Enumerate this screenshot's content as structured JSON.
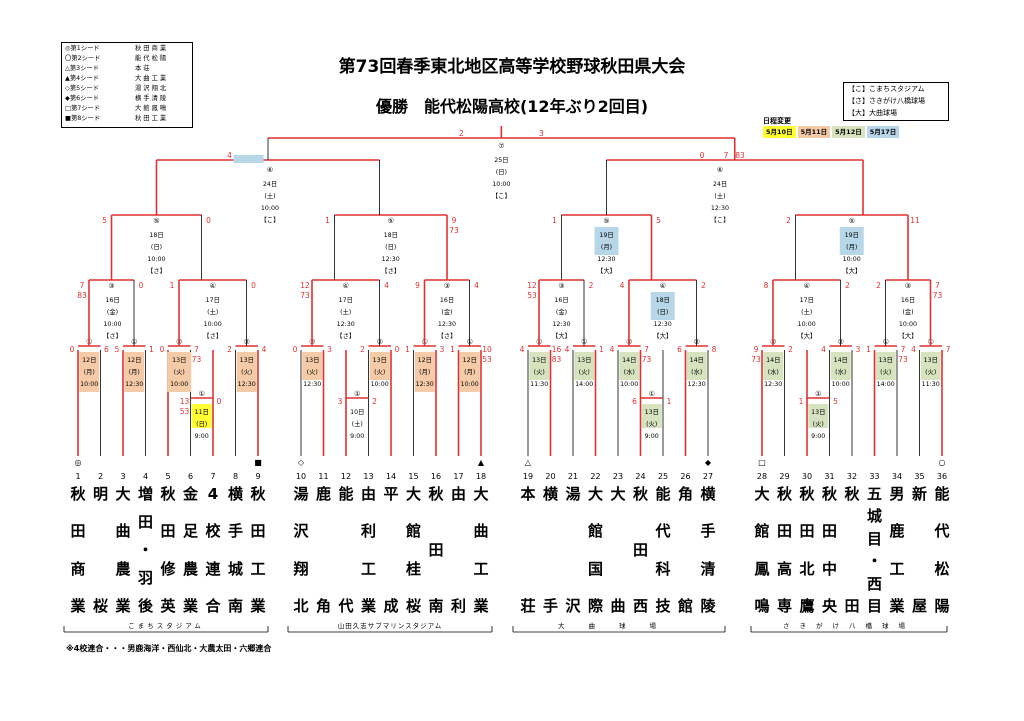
{
  "title": "第73回春季東北地区高等学校野球秋田県大会",
  "champion": "優勝　能代松陽高校(12年ぶり2回目)",
  "seeds": [
    {
      "label": "◎第1シード",
      "team": "秋田商業"
    },
    {
      "label": "〇第2シード",
      "team": "能代松陽"
    },
    {
      "label": "△第3シード",
      "team": "本荘"
    },
    {
      "label": "▲第4シード",
      "team": "大曲工業"
    },
    {
      "label": "◇第5シード",
      "team": "湯沢翔北"
    },
    {
      "label": "◆第6シード",
      "team": "横手清陵"
    },
    {
      "label": "□第7シード",
      "team": "大館鳳鳴"
    },
    {
      "label": "■第8シード",
      "team": "秋田工業"
    }
  ],
  "venues": [
    "【こ】こまちスタジアム",
    "【さ】さきがけ八橋球場",
    "【大】大曲球場"
  ],
  "schedule_change": {
    "label": "日程変更",
    "dates": [
      {
        "text": "5月10日",
        "color": "#ffff33"
      },
      {
        "text": "5月11日",
        "color": "#f5cba7"
      },
      {
        "text": "5月12日",
        "color": "#d7e3bf"
      },
      {
        "text": "5月17日",
        "color": "#b7d7e8"
      }
    ]
  },
  "teams": [
    {
      "no": "1",
      "mark": "◎",
      "name": "秋田商業"
    },
    {
      "no": "2",
      "mark": "",
      "name": "明桜"
    },
    {
      "no": "3",
      "mark": "",
      "name": "大曲農業"
    },
    {
      "no": "4",
      "mark": "",
      "name": "増田・羽後"
    },
    {
      "no": "5",
      "mark": "",
      "name": "秋田修英"
    },
    {
      "no": "6",
      "mark": "",
      "name": "金足農業"
    },
    {
      "no": "7",
      "mark": "",
      "name": "4校連合"
    },
    {
      "no": "8",
      "mark": "",
      "name": "横手城南"
    },
    {
      "no": "9",
      "mark": "■",
      "name": "秋田工業"
    },
    {
      "no": "10",
      "mark": "◇",
      "name": "湯沢翔北"
    },
    {
      "no": "11",
      "mark": "",
      "name": "鹿角"
    },
    {
      "no": "12",
      "mark": "",
      "name": "能代"
    },
    {
      "no": "13",
      "mark": "",
      "name": "由利工業"
    },
    {
      "no": "14",
      "mark": "",
      "name": "平成"
    },
    {
      "no": "15",
      "mark": "",
      "name": "大館桂桜"
    },
    {
      "no": "16",
      "mark": "",
      "name": "秋田南"
    },
    {
      "no": "17",
      "mark": "",
      "name": "由利"
    },
    {
      "no": "18",
      "mark": "▲",
      "name": "大曲工業"
    },
    {
      "no": "19",
      "mark": "△",
      "name": "本荘"
    },
    {
      "no": "20",
      "mark": "",
      "name": "横手"
    },
    {
      "no": "21",
      "mark": "",
      "name": "湯沢"
    },
    {
      "no": "22",
      "mark": "",
      "name": "大館国際"
    },
    {
      "no": "23",
      "mark": "",
      "name": "大曲"
    },
    {
      "no": "24",
      "mark": "",
      "name": "秋田西"
    },
    {
      "no": "25",
      "mark": "",
      "name": "能代科技"
    },
    {
      "no": "26",
      "mark": "",
      "name": "角館"
    },
    {
      "no": "27",
      "mark": "◆",
      "name": "横手清陵"
    },
    {
      "no": "28",
      "mark": "□",
      "name": "大館鳳鳴"
    },
    {
      "no": "29",
      "mark": "",
      "name": "秋田高専"
    },
    {
      "no": "30",
      "mark": "",
      "name": "秋田北鷹"
    },
    {
      "no": "31",
      "mark": "",
      "name": "秋田中央"
    },
    {
      "no": "32",
      "mark": "",
      "name": "秋田"
    },
    {
      "no": "33",
      "mark": "",
      "name": "五城目・西目"
    },
    {
      "no": "34",
      "mark": "",
      "name": "男鹿工業"
    },
    {
      "no": "35",
      "mark": "",
      "name": "新屋"
    },
    {
      "no": "36",
      "mark": "○",
      "name": "能代松陽"
    }
  ],
  "venue_bars": [
    {
      "text": "こまちスタジアム"
    },
    {
      "text": "山田久志サブマリンスタジアム"
    },
    {
      "text": "大曲球場"
    },
    {
      "text": "さきがけ八橋球場"
    }
  ],
  "note": "※4校連合・・・男鹿海洋・西仙北・大農太田・六郷連合",
  "games": {
    "final": {
      "round": "⑦",
      "date": "25日",
      "dow": "(日)",
      "time": "10:00",
      "venue": "【こ】",
      "score_l": "2",
      "score_r": "3"
    },
    "semi_l": {
      "round": "⑥",
      "date": "24日",
      "dow": "(土)",
      "time": "10:00",
      "venue": "【こ】",
      "score_l": "4",
      "score_r": ""
    },
    "semi_r": {
      "round": "⑥",
      "date": "24日",
      "dow": "(土)",
      "time": "12:30",
      "venue": "【こ】",
      "score_l": "0",
      "score_r": "7",
      "extra": "83"
    }
  }
}
